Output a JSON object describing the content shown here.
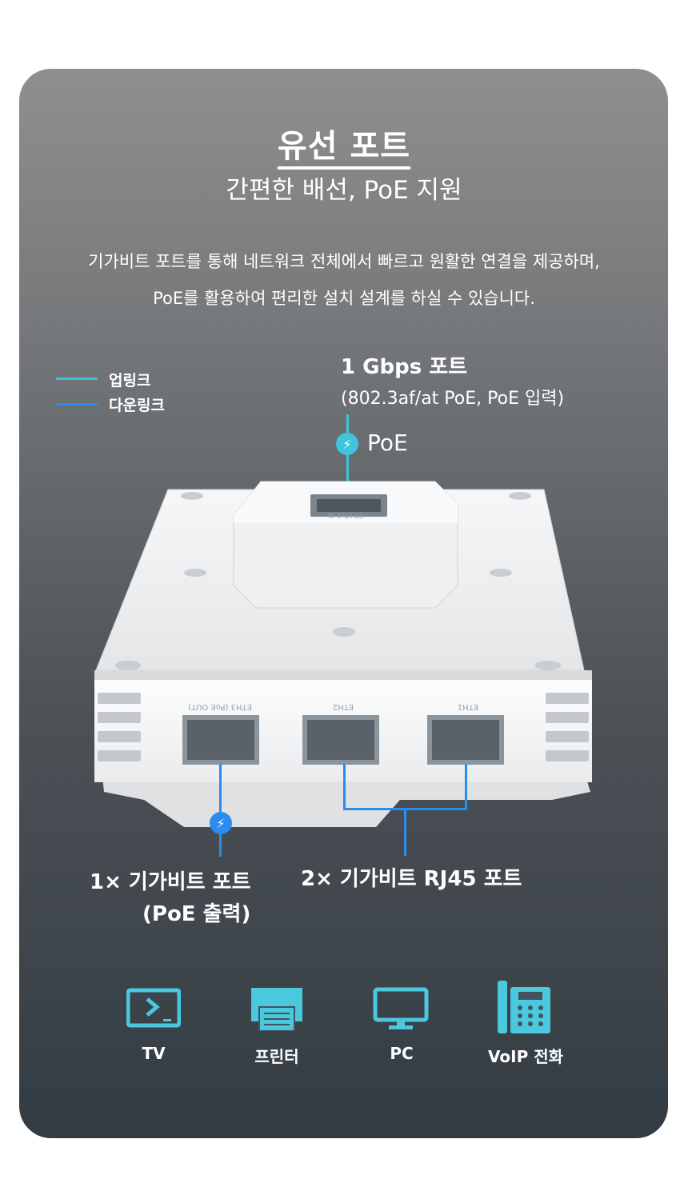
{
  "colors": {
    "uplink": "#3fc4dc",
    "downlink": "#2b8cf0",
    "card_top": "#8f8f8f",
    "card_bottom": "#333c43",
    "icon": "#4ac8de"
  },
  "header": {
    "title": "유선 포트",
    "subtitle": "간편한 배선, PoE 지원"
  },
  "description": {
    "line1": "기가비트 포트를 통해 네트워크 전체에서 빠르고 원활한 연결을 제공하며,",
    "line2": "PoE를 활용하여 편리한 설치 설계를 하실 수 있습니다."
  },
  "legend": {
    "uplink": "업링크",
    "downlink": "다운링크"
  },
  "top_port": {
    "title": "1 Gbps 포트",
    "detail": "(802.3af/at PoE, PoE 입력)",
    "badge": "PoE"
  },
  "device": {
    "port_labels": [
      "ETH3 (PoE OUT)",
      "ETH2",
      "ETH1"
    ],
    "top_port_label": "ETH/PoE IN"
  },
  "poe_out_port": {
    "line1": "1× 기가비트 포트",
    "line2": "(PoE 출력)"
  },
  "rj45_ports": {
    "label": "2× 기가비트 RJ45 포트"
  },
  "devices": [
    {
      "label": "TV",
      "icon": "tv-icon"
    },
    {
      "label": "프린터",
      "icon": "printer-icon"
    },
    {
      "label": "PC",
      "icon": "pc-monitor-icon"
    },
    {
      "label": "VoIP 전화",
      "icon": "voip-phone-icon"
    }
  ]
}
